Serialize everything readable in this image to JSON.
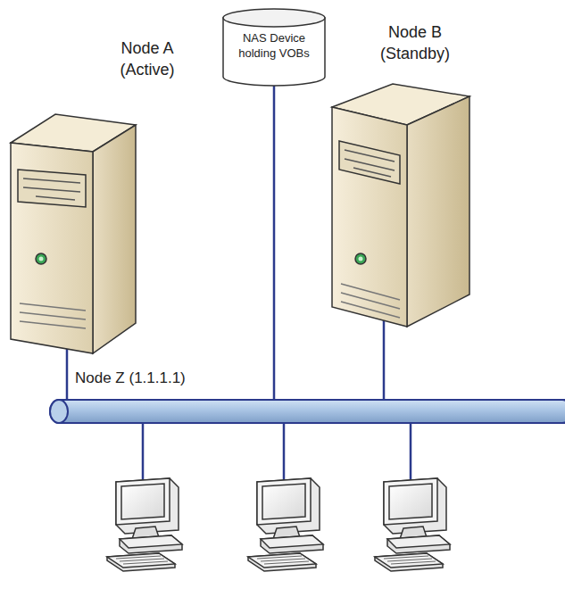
{
  "diagram": {
    "nodes": [
      {
        "text": [
          "Node A (Active)"
        ]
      },
      {
        "text": [
          "NAS Device holding VOBs"
        ]
      },
      {
        "text": [
          "Node B (Standby)"
        ]
      }
    ],
    "labels": [
      "Node Z (1.1.1.1)"
    ]
  }
}
